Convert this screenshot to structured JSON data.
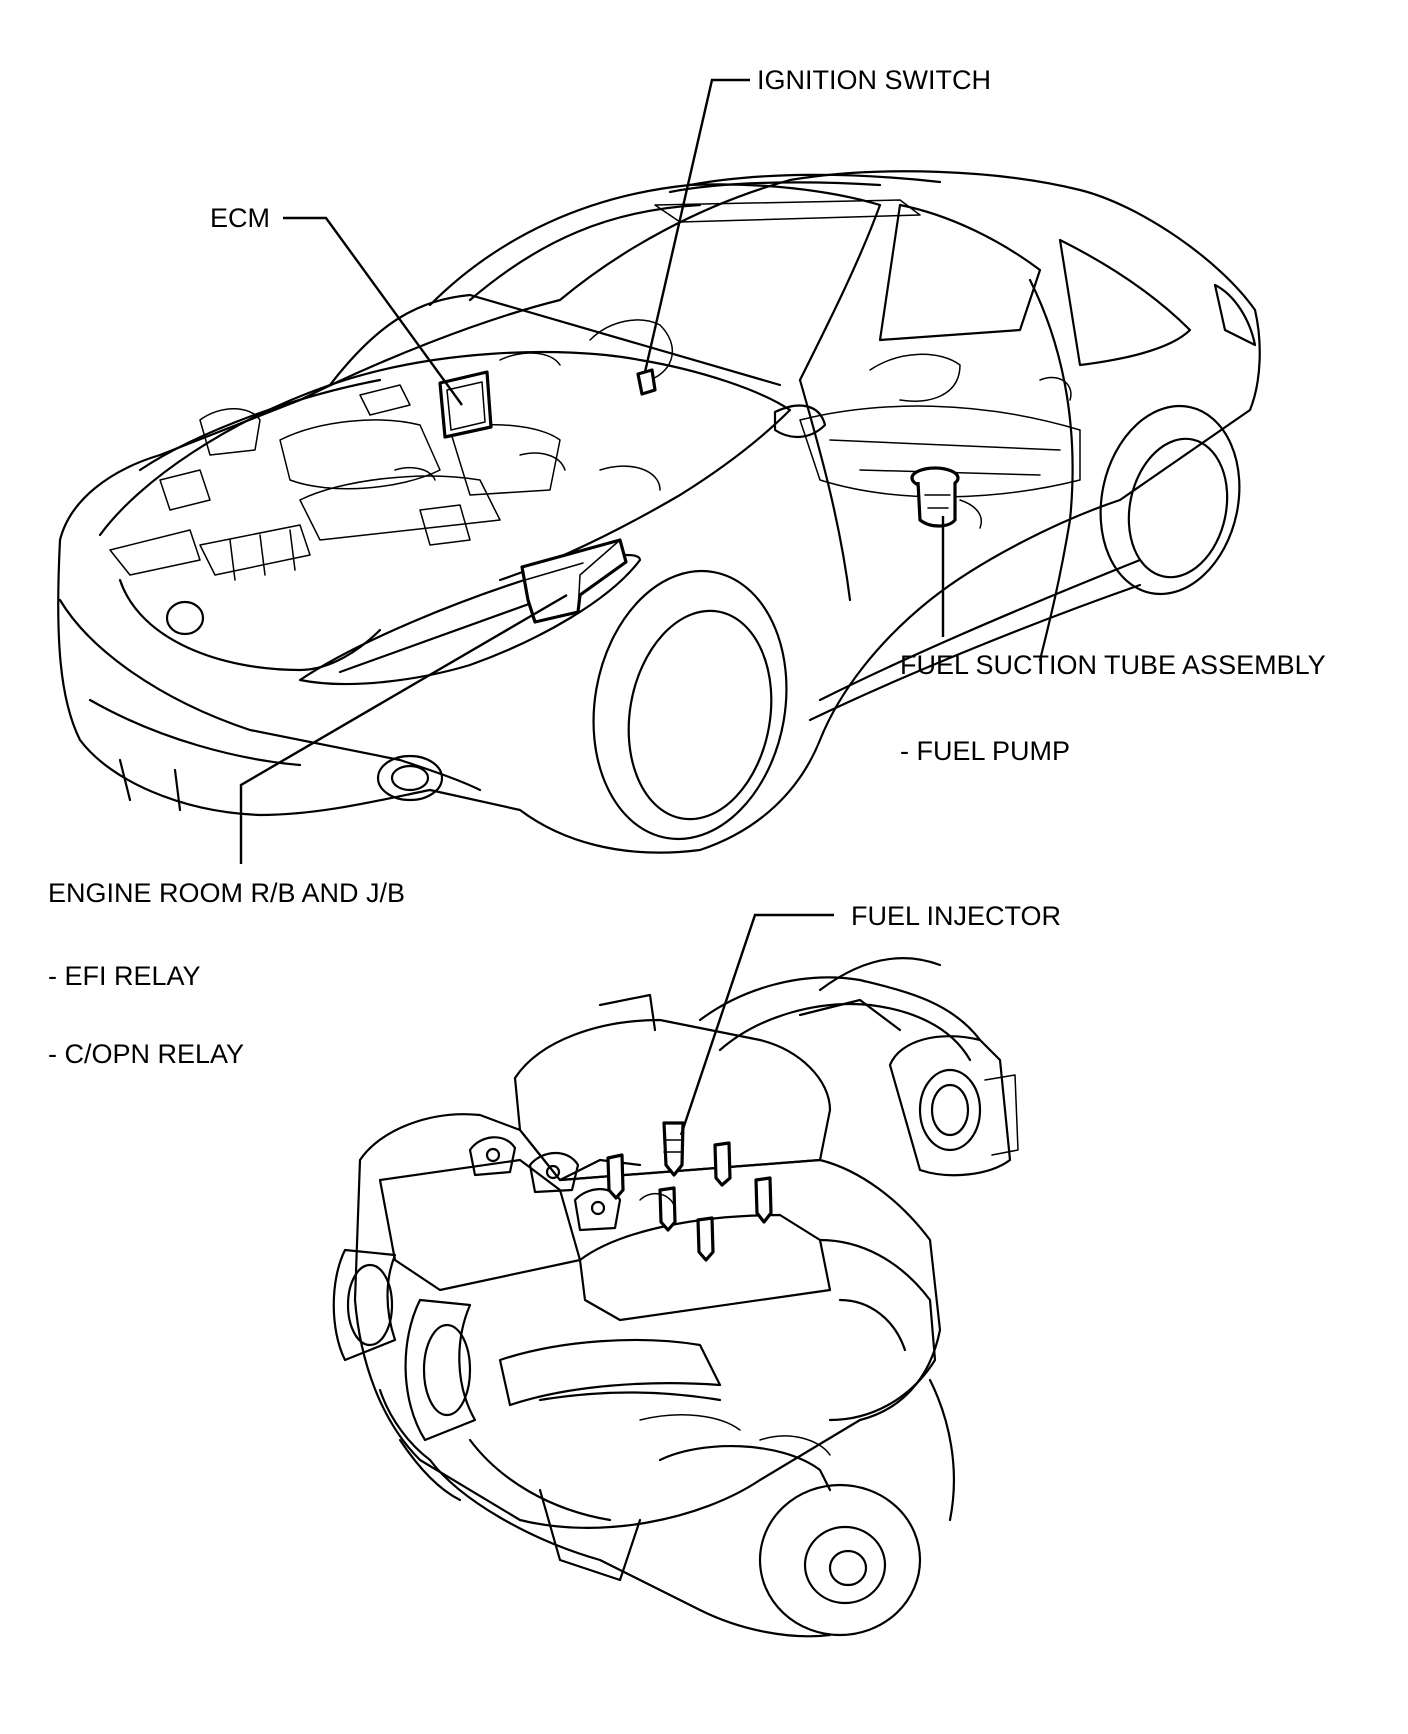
{
  "labels": {
    "ignition_switch": "IGNITION SWITCH",
    "ecm": "ECM",
    "fuel_suction_tube_assembly": "FUEL SUCTION TUBE ASSEMBLY",
    "fuel_pump": "- FUEL PUMP",
    "engine_room_rb_jb": "ENGINE ROOM R/B AND J/B",
    "efi_relay": "- EFI RELAY",
    "copn_relay": "- C/OPN RELAY",
    "fuel_injector": "FUEL INJECTOR"
  },
  "colors": {
    "ink": "#000000",
    "paper": "#ffffff"
  }
}
